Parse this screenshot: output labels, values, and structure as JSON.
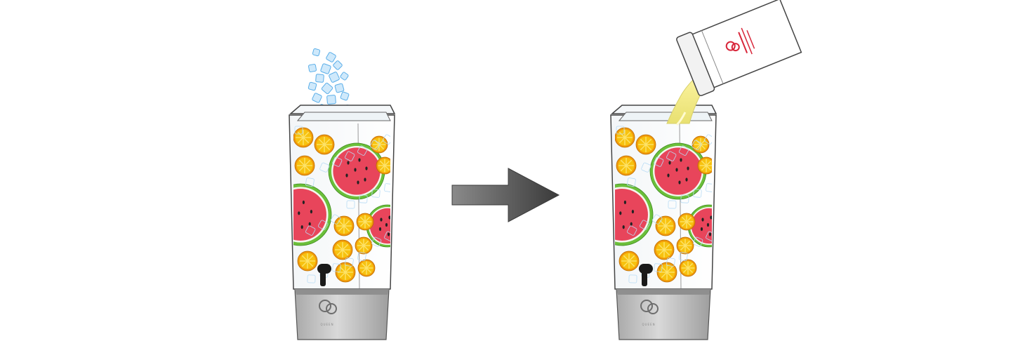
{
  "diagram": {
    "steps": [
      {
        "id": "step-add-ice",
        "action": "ice-cubes-falling-into-dispenser"
      },
      {
        "id": "step-pour-juice",
        "action": "juice-carton-pouring-into-dispenser"
      }
    ],
    "connector": "right-arrow-icon",
    "dispenser": {
      "brand_text": "QUEEN",
      "fruits": [
        "lemon-slice",
        "watermelon-slice"
      ],
      "has_spigot": true
    },
    "colors": {
      "lemon_fill": "#f7c20f",
      "lemon_rind": "#f29a0a",
      "lemon_flesh": "#fde36a",
      "watermelon_flesh": "#e8455b",
      "watermelon_rind": "#6bbf3a",
      "watermelon_pith": "#f4f7ee",
      "ice": "#cfe9fb",
      "ice_edge": "#5aaee8",
      "juice": "#f3ee88",
      "base_metal": "#bdbdbd",
      "arrow": "#555555",
      "carton_logo": "#d8263a"
    }
  }
}
